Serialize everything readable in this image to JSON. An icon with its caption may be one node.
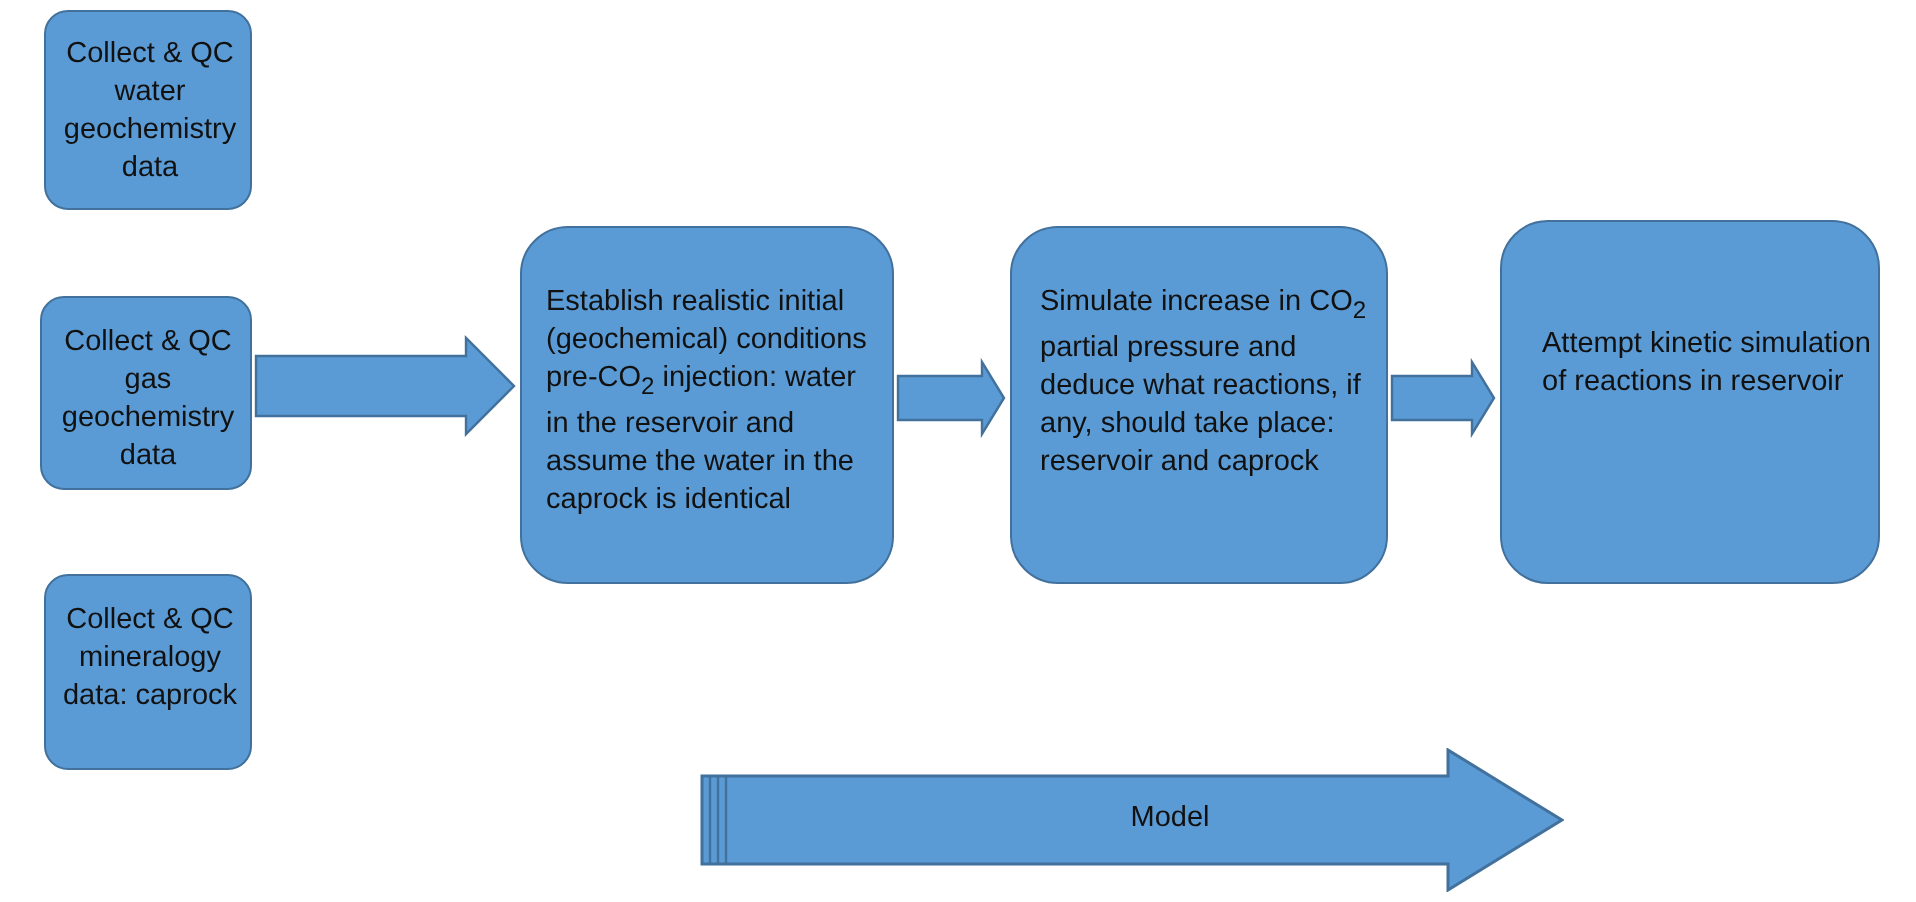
{
  "diagram": {
    "nodes": [
      {
        "text": [
          "Collect & QC water geochemistry data"
        ]
      },
      {
        "text": [
          "Collect & QC gas geochemistry data"
        ]
      },
      {
        "text": [
          "Collect & QC mineralogy data: caprock"
        ]
      },
      {
        "text": [
          "Establish realistic initial (geochemical) conditions pre-CO$_{2}$ injection: water in the reservoir and assume the water in the caprock is identical"
        ]
      },
      {
        "text": [
          "Simulate increase in CO$_{2}$ partial pressure and deduce what reactions, if any, should take place: reservoir and caprock"
        ]
      },
      {
        "text": [
          "Attempt kinetic simulation of reactions in reservoir"
        ]
      },
      {
        "text": [
          "Model"
        ]
      }
    ],
    "edges": [
      {
        "from": 1,
        "to": 3,
        "arrow": "to"
      },
      {
        "from": 3,
        "to": 4,
        "arrow": "to"
      },
      {
        "from": 4,
        "to": 5,
        "arrow": "to"
      }
    ]
  }
}
